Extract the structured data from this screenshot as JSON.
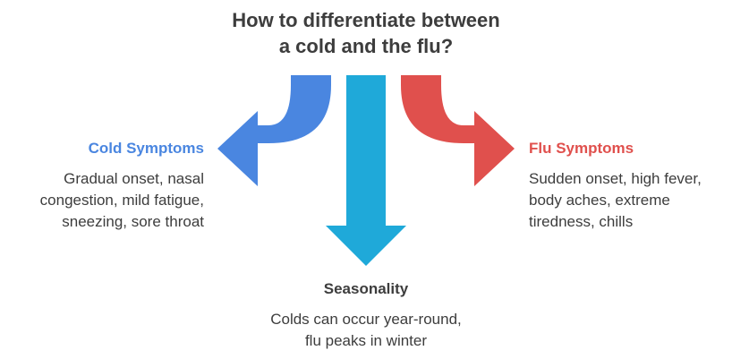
{
  "title": {
    "line1": "How to differentiate between",
    "line2": "a cold and the flu?"
  },
  "colors": {
    "cold": "#4a86e0",
    "seasonality": "#1fa9d9",
    "flu": "#e0504d",
    "text": "#3d3d3d"
  },
  "branches": {
    "cold": {
      "heading": "Cold Symptoms",
      "lines": [
        "Gradual onset, nasal",
        "congestion, mild fatigue,",
        "sneezing, sore throat"
      ]
    },
    "seasonality": {
      "heading": "Seasonality",
      "lines": [
        "Colds can occur year-round,",
        "flu peaks in winter"
      ]
    },
    "flu": {
      "heading": "Flu Symptoms",
      "lines": [
        "Sudden onset, high fever,",
        "body aches, extreme",
        "tiredness, chills"
      ]
    }
  }
}
